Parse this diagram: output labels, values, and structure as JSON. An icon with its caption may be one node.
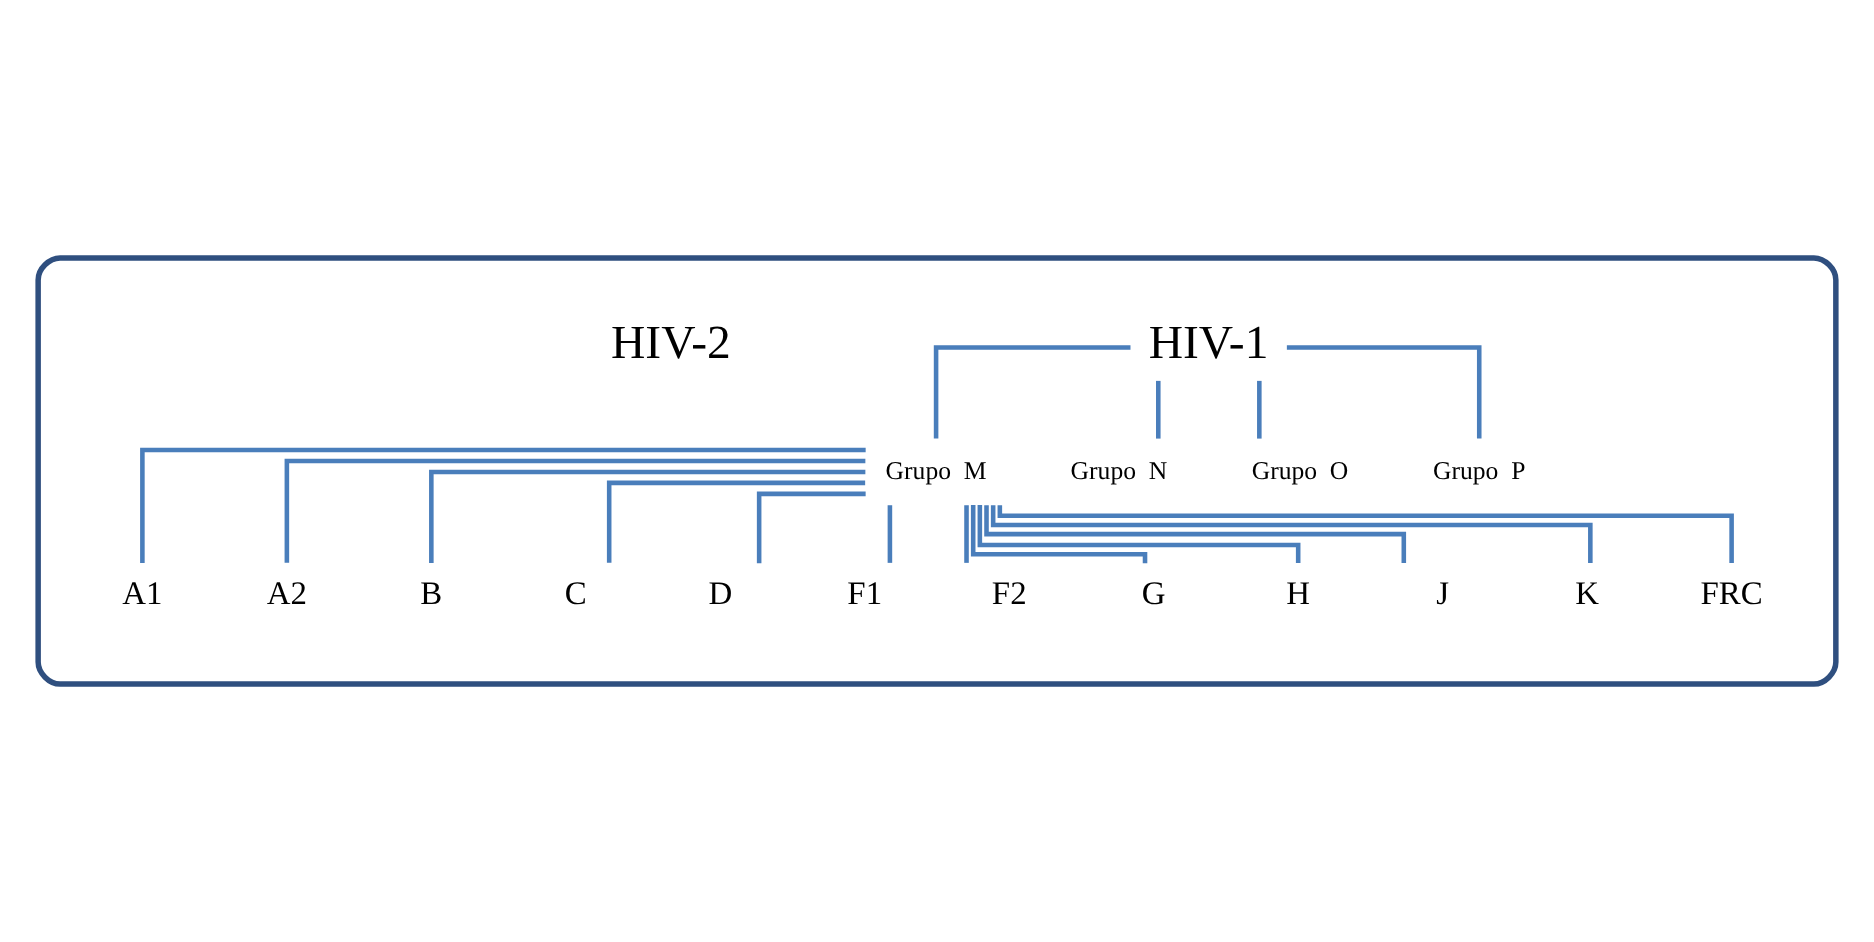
{
  "diagram": {
    "nodes": [
      {
        "text": [],
        "shape": "box"
      },
      {
        "text": [
          "HIV-1"
        ],
        "in": 0
      },
      {
        "text": [
          "HIV-2"
        ],
        "in": 0
      },
      {
        "text": [
          "Grupo  M"
        ],
        "in": 0
      },
      {
        "text": [
          "Grupo  N"
        ],
        "in": 0
      },
      {
        "text": [
          "Grupo  O"
        ],
        "in": 0
      },
      {
        "text": [
          "Grupo  P"
        ],
        "in": 0
      },
      {
        "text": [
          "A1"
        ],
        "in": 0
      },
      {
        "text": [
          "A2"
        ],
        "in": 0
      },
      {
        "text": [
          "B"
        ],
        "in": 0
      },
      {
        "text": [
          "C"
        ],
        "in": 0
      },
      {
        "text": [
          "D"
        ],
        "in": 0
      },
      {
        "text": [
          "F1"
        ],
        "in": 0
      },
      {
        "text": [
          "F2"
        ],
        "in": 0
      },
      {
        "text": [
          "G"
        ],
        "in": 0
      },
      {
        "text": [
          "H"
        ],
        "in": 0
      },
      {
        "text": [
          "J"
        ],
        "in": 0
      },
      {
        "text": [
          "K"
        ],
        "in": 0
      },
      {
        "text": [
          "FRC"
        ],
        "in": 0
      }
    ],
    "edges": [
      {
        "from": 1,
        "to": 3,
        "arrow": "none"
      },
      {
        "from": 1,
        "to": 4,
        "arrow": "none"
      },
      {
        "from": 1,
        "to": 5,
        "arrow": "none"
      },
      {
        "from": 1,
        "to": 6,
        "arrow": "none"
      },
      {
        "from": 3,
        "to": 7,
        "arrow": "none"
      },
      {
        "from": 3,
        "to": 8,
        "arrow": "none"
      },
      {
        "from": 3,
        "to": 9,
        "arrow": "none"
      },
      {
        "from": 3,
        "to": 10,
        "arrow": "none"
      },
      {
        "from": 3,
        "to": 11,
        "arrow": "none"
      },
      {
        "from": 3,
        "to": 12,
        "arrow": "none"
      },
      {
        "from": 3,
        "to": 13,
        "arrow": "none"
      },
      {
        "from": 3,
        "to": 14,
        "arrow": "none"
      },
      {
        "from": 3,
        "to": 15,
        "arrow": "none"
      },
      {
        "from": 3,
        "to": 16,
        "arrow": "none"
      },
      {
        "from": 3,
        "to": 17,
        "arrow": "none"
      },
      {
        "from": 3,
        "to": 18,
        "arrow": "none"
      }
    ]
  }
}
